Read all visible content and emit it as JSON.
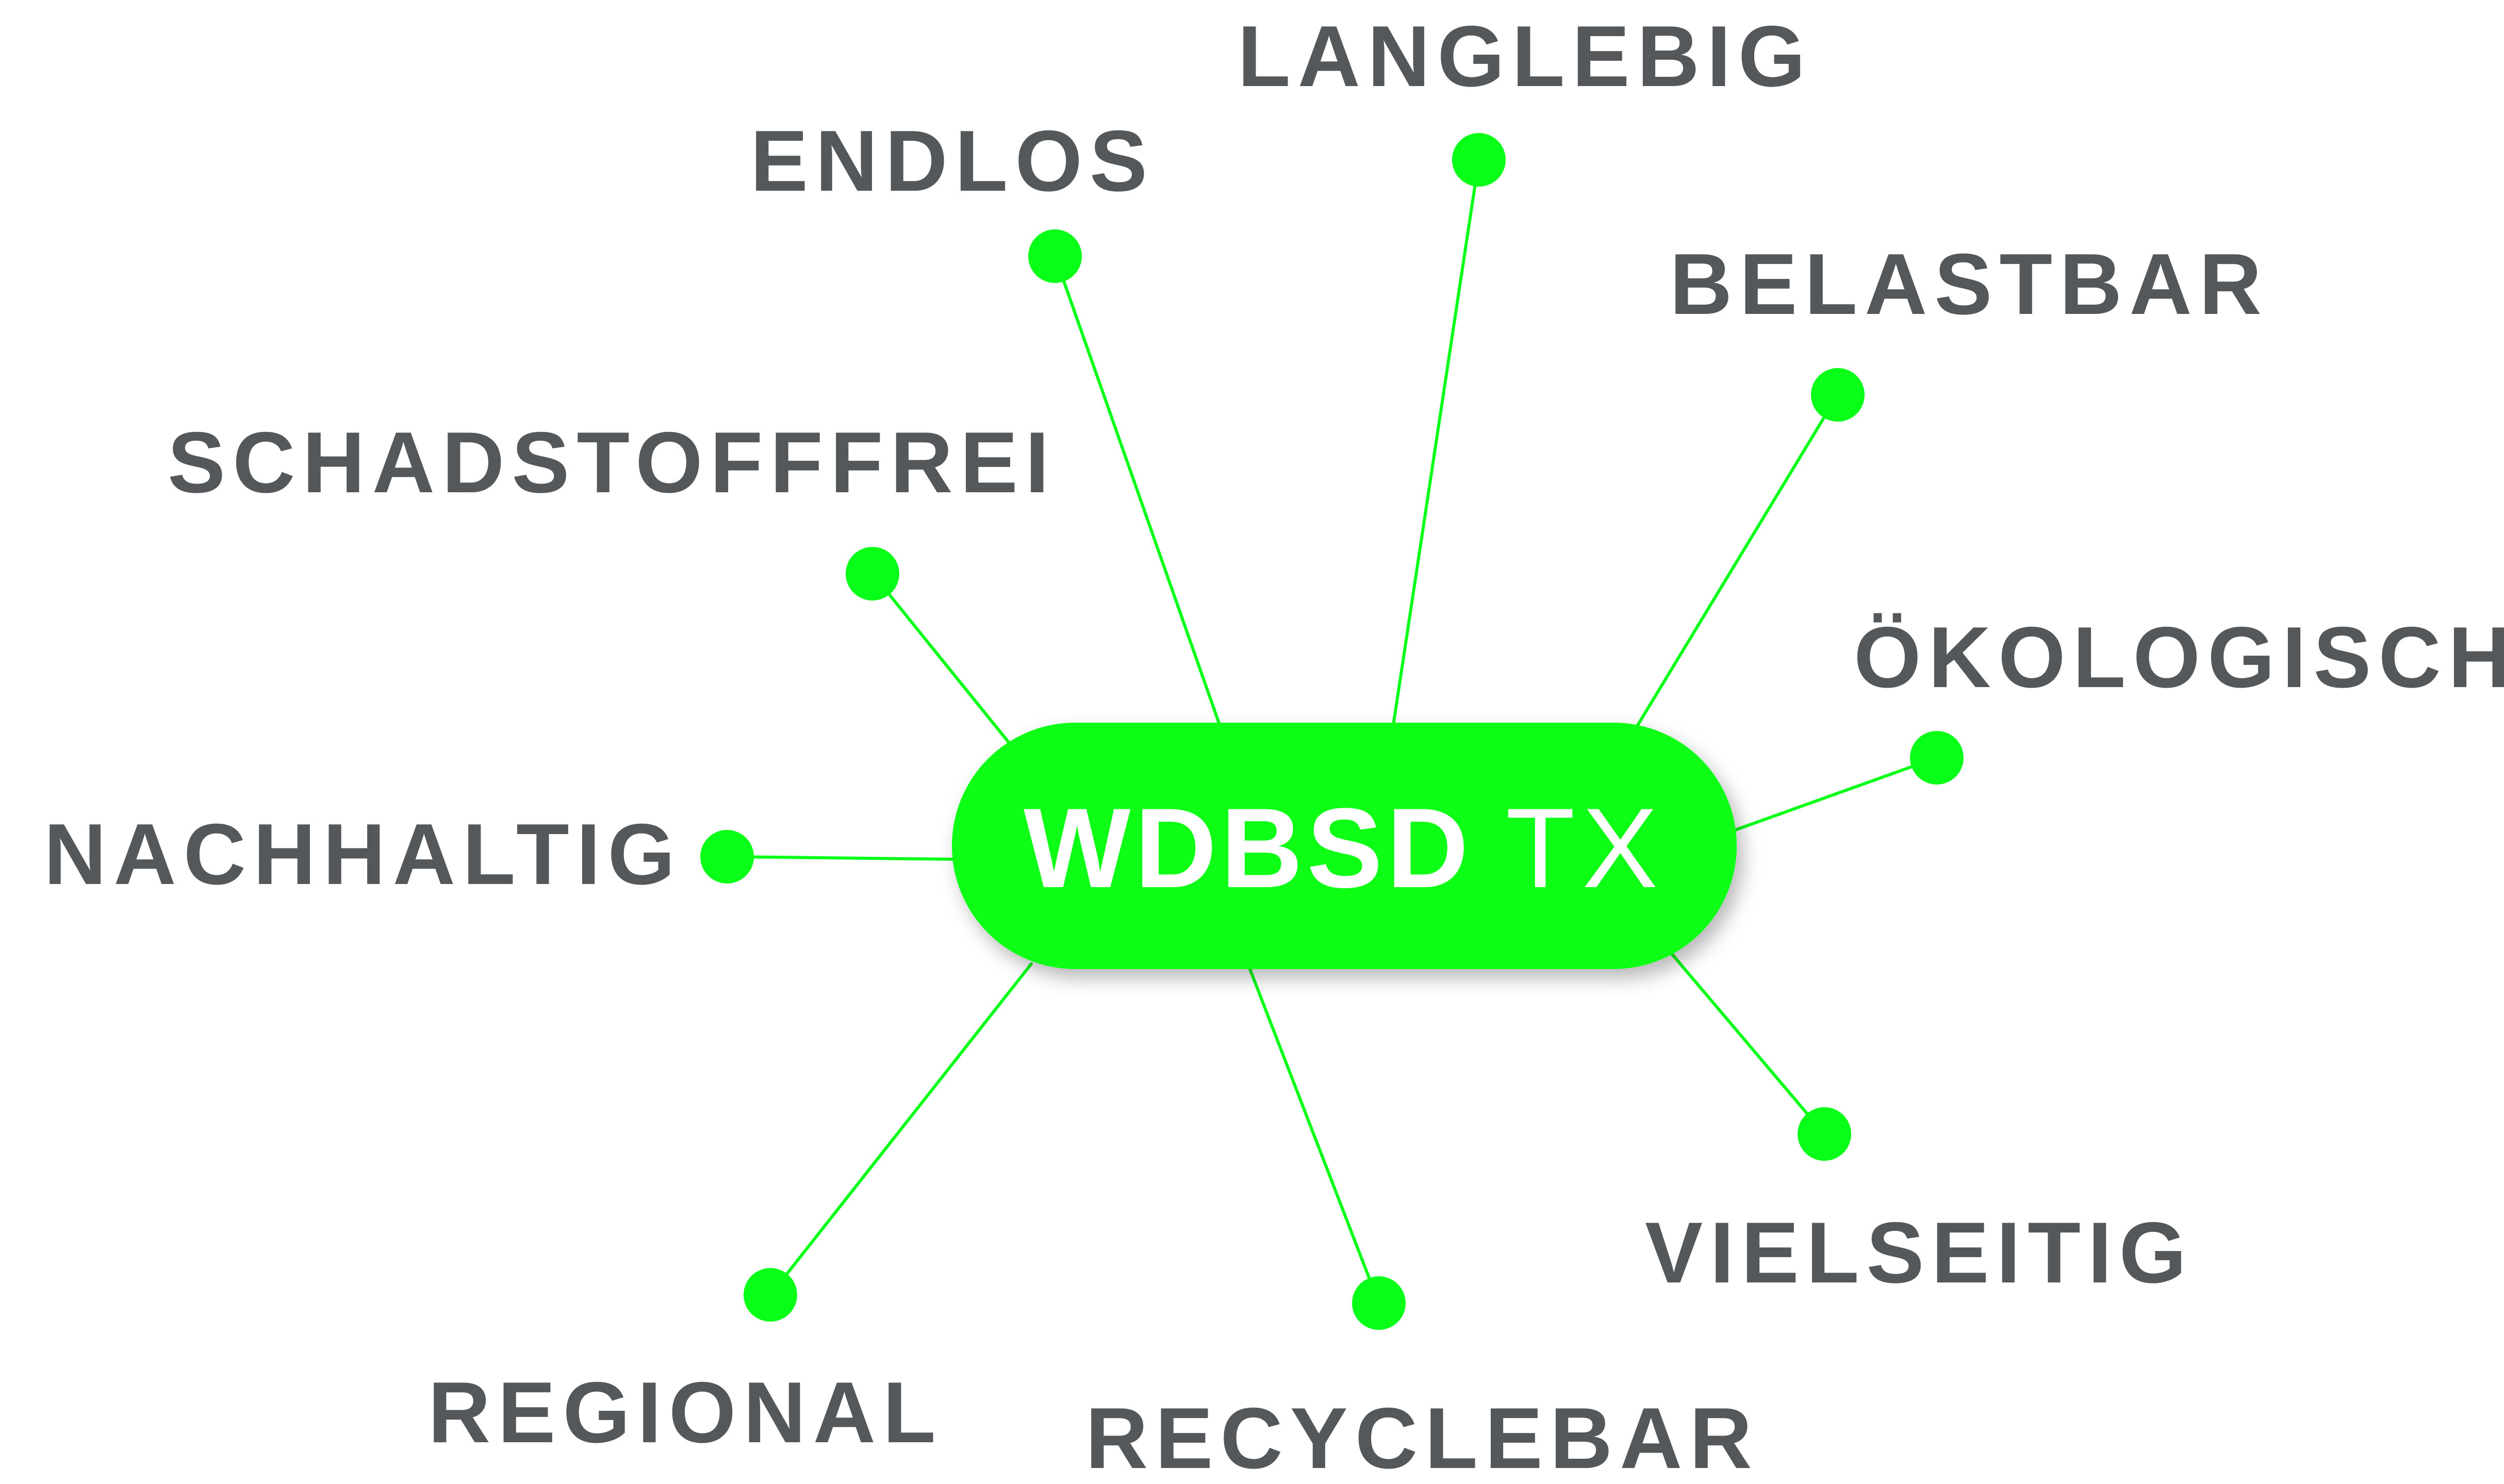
{
  "hub": {
    "title_bold": "WDBSD",
    "title_light": "TX"
  },
  "nodes": [
    {
      "id": "langlebig",
      "label": "LANGLEBIG"
    },
    {
      "id": "endlos",
      "label": "ENDLOS"
    },
    {
      "id": "belastbar",
      "label": "BELASTBAR"
    },
    {
      "id": "schadstofffrei",
      "label": "SCHADSTOFFFREI"
    },
    {
      "id": "oekologisch",
      "label": "ÖKOLOGISCH"
    },
    {
      "id": "nachhaltig",
      "label": "NACHHALTIG"
    },
    {
      "id": "vielseitig",
      "label": "VIELSEITIG"
    },
    {
      "id": "regional",
      "label": "REGIONAL"
    },
    {
      "id": "recyclebar",
      "label": "RECYCLEBAR"
    }
  ],
  "colors": {
    "accent": "#07ff18",
    "label_text": "#55585a",
    "hub_text": "#ffffff"
  }
}
